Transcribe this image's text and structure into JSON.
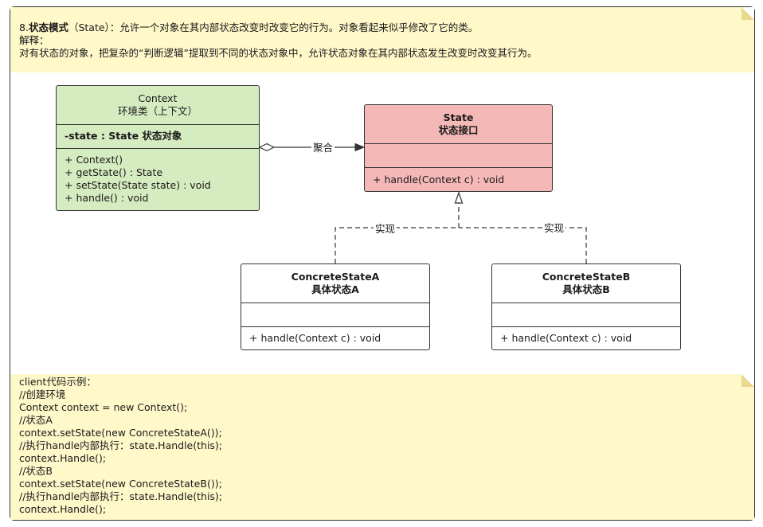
{
  "colors": {
    "note_bg": "#fff8c9",
    "context_fill": "#d5ebc0",
    "state_fill": "#f4b8b6",
    "concrete_fill": "#ffffff",
    "border": "#333333"
  },
  "intro_note": {
    "title_prefix": "8.",
    "title_bold": "状态模式",
    "title_rest": "（State）：允许一个对象在其内部状态改变时改变它的行为。对象看起来似乎修改了它的类。",
    "line2": "解释：",
    "line3": "对有状态的对象，把复杂的“判断逻辑”提取到不同的状态对象中，允许状态对象在其内部状态发生改变时改变其行为。"
  },
  "classes": {
    "context": {
      "name": "Context",
      "subtitle": "环境类（上下文）",
      "attribute": "-state : State 状态对象",
      "methods": [
        "+ Context()",
        "+ getState() : State",
        "+ setState(State state) : void",
        "+ handle() : void"
      ]
    },
    "state": {
      "name": "State",
      "subtitle": "状态接口",
      "methods": [
        "+ handle(Context c) : void"
      ]
    },
    "concrete_a": {
      "name": "ConcreteStateA",
      "subtitle": "具体状态A",
      "methods": [
        "+ handle(Context c) : void"
      ]
    },
    "concrete_b": {
      "name": "ConcreteStateB",
      "subtitle": "具体状态B",
      "methods": [
        "+ handle(Context c) : void"
      ]
    }
  },
  "relations": {
    "aggregation_label": "聚合",
    "realization_label_a": "实现",
    "realization_label_b": "实现"
  },
  "code_note": {
    "lines": [
      "client代码示例：",
      "//创建环境",
      "Context context = new Context();",
      "//状态A",
      "context.setState(new ConcreteStateA());",
      "//执行handle内部执行：state.Handle(this);",
      "context.Handle();",
      "//状态B",
      "context.setState(new ConcreteStateB());",
      "//执行handle内部执行：state.Handle(this);",
      "context.Handle();"
    ]
  }
}
